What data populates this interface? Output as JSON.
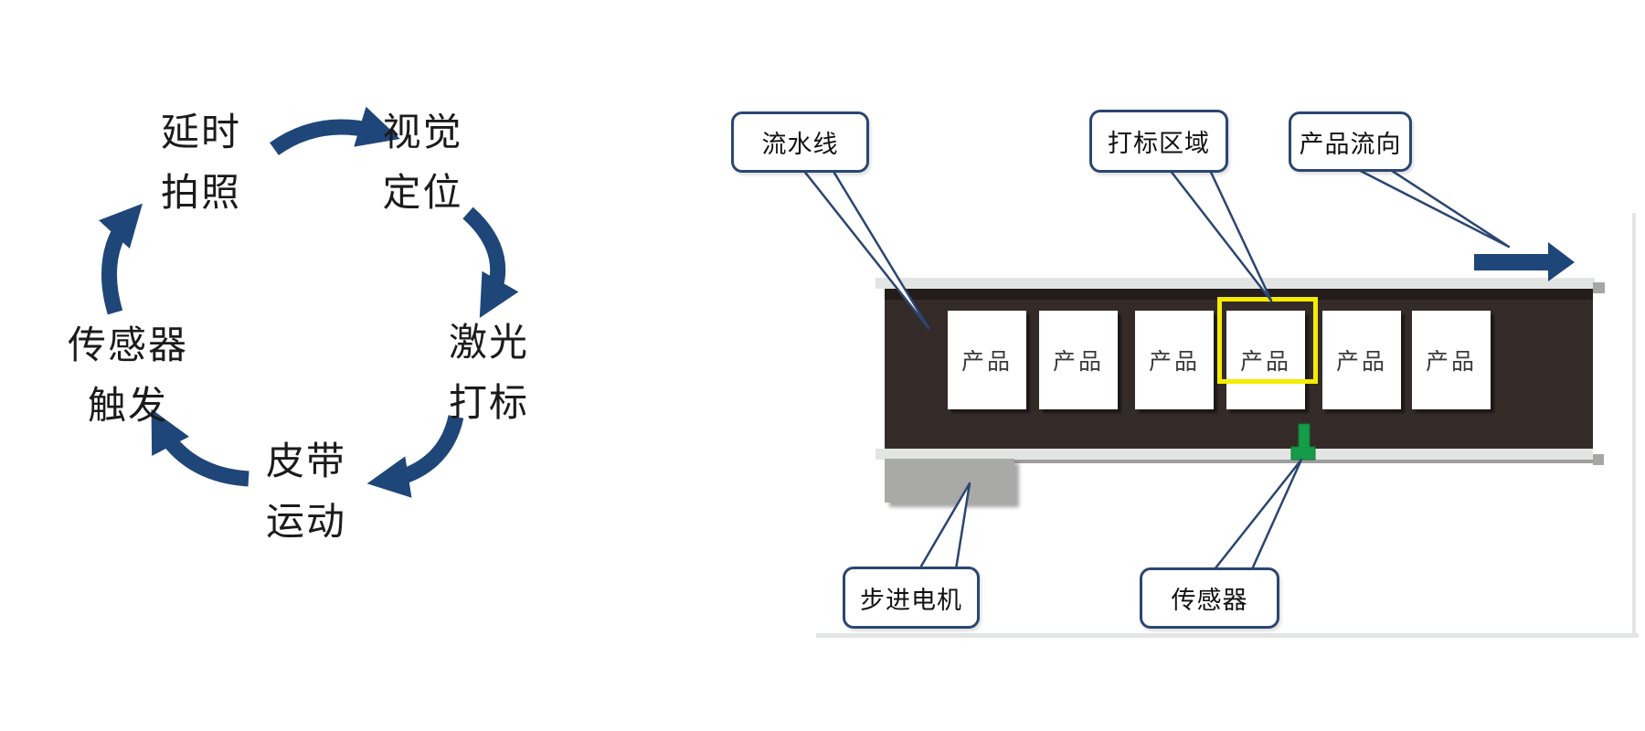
{
  "cycle": {
    "stages": [
      {
        "line1": "延时",
        "line2": "拍照"
      },
      {
        "line1": "视觉",
        "line2": "定位"
      },
      {
        "line1": "激光",
        "line2": "打标"
      },
      {
        "line1": "皮带",
        "line2": "运动"
      },
      {
        "line1": "传感器",
        "line2": "触发"
      }
    ]
  },
  "conveyor": {
    "callouts": {
      "assembly_line": "流水线",
      "marking_area": "打标区域",
      "product_flow": "产品流向",
      "stepper_motor": "步进电机",
      "sensor": "传感器"
    },
    "products": [
      "产品",
      "产品",
      "产品",
      "产品",
      "产品",
      "产品"
    ]
  },
  "colors": {
    "accent_navy": "#1f4679",
    "callout_border_navy": "#2b4671",
    "belt_dark": "#342b28",
    "rail_gray": "#e3e5e4",
    "motor_gray": "#a9a9a7",
    "highlight_yellow": "#f4ec00",
    "sensor_green": "#169c49"
  }
}
